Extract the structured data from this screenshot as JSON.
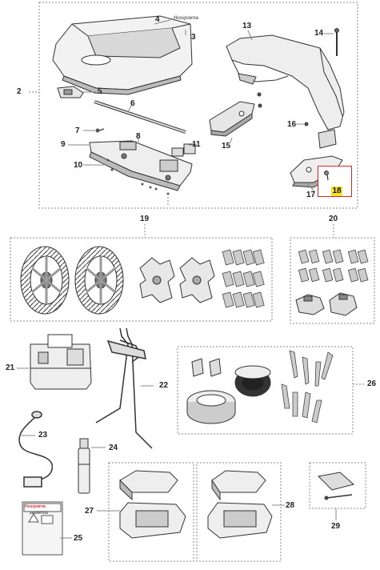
{
  "callouts": [
    "2",
    "3",
    "4",
    "5",
    "6",
    "7",
    "8",
    "9",
    "10",
    "11",
    "13",
    "14",
    "15",
    "16",
    "17",
    "18",
    "19",
    "20",
    "21",
    "22",
    "23",
    "24",
    "25",
    "26",
    "27",
    "28",
    "29"
  ],
  "highlighted_callout": "18",
  "highlight_color": "#e0242b",
  "highlight_fill": "#f7e325",
  "brand": "Husqvarna",
  "label_card_model": "AM305/T102"
}
